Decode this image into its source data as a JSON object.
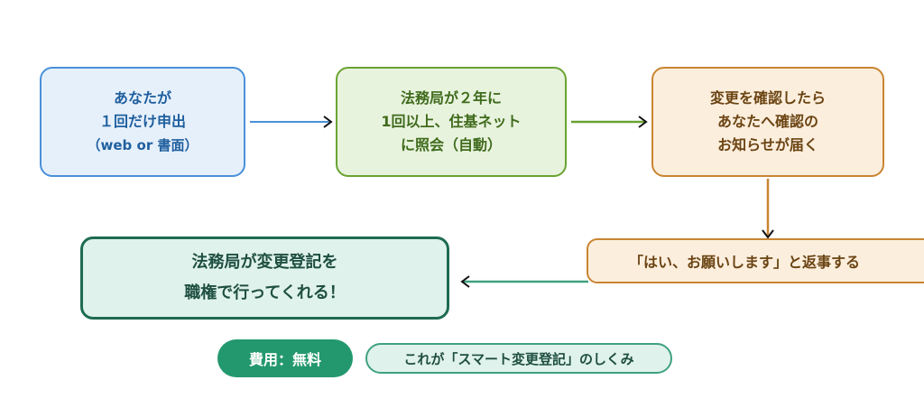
{
  "diagram": {
    "steps": [
      {
        "id": "step1",
        "lines": [
          "あなたが",
          "１回だけ申出",
          "（web or 書面）"
        ]
      },
      {
        "id": "step2",
        "lines": [
          "法務局が２年に",
          "1回以上、住基ネット",
          "に照会（自動）"
        ]
      },
      {
        "id": "step3",
        "lines": [
          "変更を確認したら",
          "あなたへ確認の",
          "お知らせが届く"
        ]
      },
      {
        "id": "step4",
        "lines": [
          "「はい、お願いします」と返事する"
        ]
      },
      {
        "id": "step5",
        "lines": [
          "法務局が変更登記を",
          "職権で行ってくれる！"
        ]
      }
    ],
    "badges": {
      "cost": "費用：無料",
      "caption": "これが「スマート変更登記」のしくみ"
    },
    "colors": {
      "blue": "#4a90d9",
      "green": "#6aa332",
      "orange": "#c98532",
      "teal": "#1e6b52",
      "cost_badge": "#23986e"
    }
  }
}
